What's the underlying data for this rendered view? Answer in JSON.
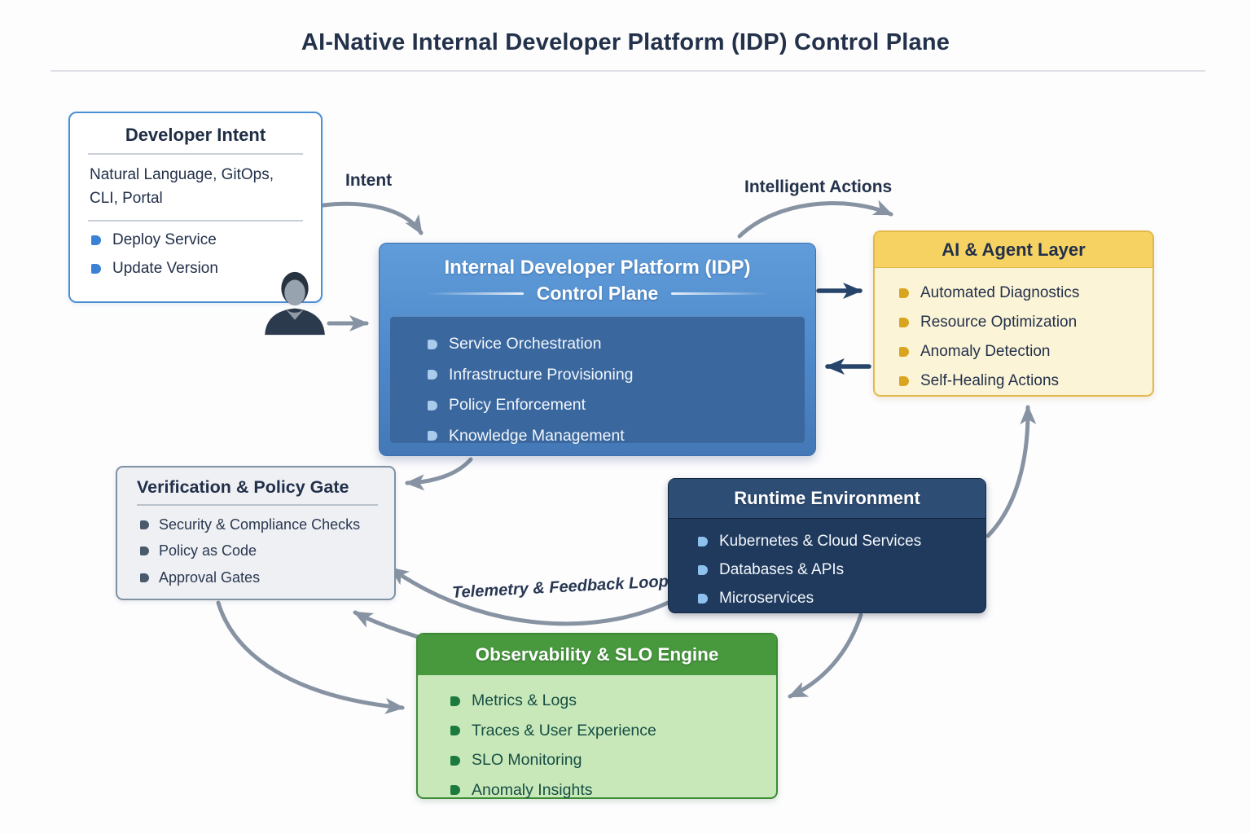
{
  "title": "AI-Native Internal Developer Platform (IDP) Control Plane",
  "boxes": {
    "developer_intent": {
      "title": "Developer Intent",
      "subtitle": "Natural Language, GitOps, CLI, Portal",
      "items": [
        "Deploy Service",
        "Update Version"
      ]
    },
    "idp_control_plane": {
      "title_line1": "Internal Developer Platform (IDP)",
      "title_line2": "Control Plane",
      "items": [
        "Service Orchestration",
        "Infrastructure Provisioning",
        "Policy Enforcement",
        "Knowledge Management"
      ]
    },
    "ai_agent_layer": {
      "title": "AI & Agent Layer",
      "items": [
        "Automated Diagnostics",
        "Resource Optimization",
        "Anomaly Detection",
        "Self-Healing Actions"
      ]
    },
    "verification_policy_gate": {
      "title": "Verification & Policy Gate",
      "items": [
        "Security & Compliance Checks",
        "Policy as Code",
        "Approval Gates"
      ]
    },
    "runtime_environment": {
      "title": "Runtime Environment",
      "items": [
        "Kubernetes & Cloud Services",
        "Databases & APIs",
        "Microservices"
      ]
    },
    "observability_slo_engine": {
      "title": "Observability & SLO Engine",
      "items": [
        "Metrics & Logs",
        "Traces & User Experience",
        "SLO Monitoring",
        "Anomaly Insights"
      ]
    }
  },
  "labels": {
    "intent": "Intent",
    "intelligent_actions": "Intelligent Actions",
    "telemetry_feedback_loop": "Telemetry & Feedback Loop"
  },
  "colors": {
    "accent_blue": "#4a8fd3",
    "idp_blue": "#4e88c9",
    "idp_panel_blue": "#3a679e",
    "ai_header_yellow": "#f6d263",
    "ai_body_cream": "#fcf4d6",
    "runtime_header_navy": "#2e4d75",
    "runtime_body_navy": "#203a5d",
    "verification_gray": "#eef0f3",
    "observability_header_green": "#48983e",
    "observability_body_green": "#c8e8ba",
    "arrow_gray": "#8793a2",
    "arrow_navy": "#27456a",
    "text_dark": "#22304a"
  }
}
